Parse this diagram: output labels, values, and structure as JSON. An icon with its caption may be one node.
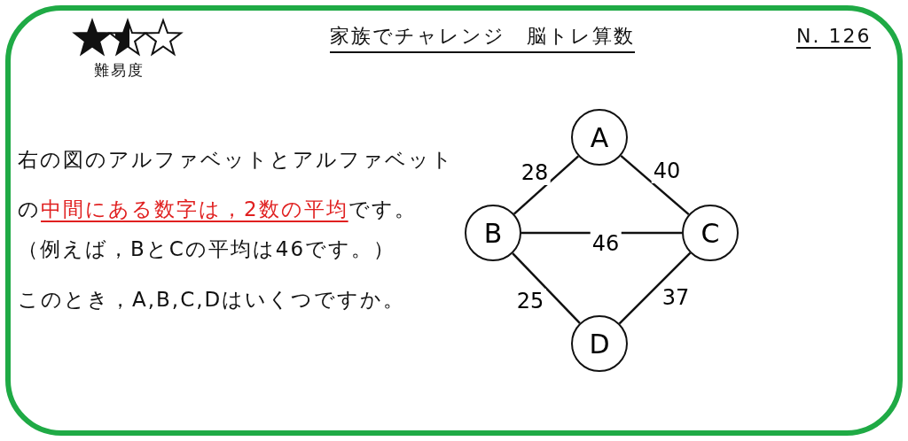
{
  "diagram": {
    "title": "家族でチャレンジ　脳トレ算数",
    "nodes": [
      {
        "text": [
          "A"
        ]
      },
      {
        "text": [
          "B"
        ]
      },
      {
        "text": [
          "C"
        ]
      },
      {
        "text": [
          "D"
        ]
      }
    ],
    "edges": [
      {
        "from": 0,
        "to": 1,
        "arrow": "none",
        "label": "28"
      },
      {
        "from": 0,
        "to": 2,
        "arrow": "none",
        "label": "40"
      },
      {
        "from": 1,
        "to": 2,
        "arrow": "none",
        "label": "46"
      },
      {
        "from": 1,
        "to": 3,
        "arrow": "none",
        "label": "25"
      },
      {
        "from": 2,
        "to": 3,
        "arrow": "none",
        "label": "37"
      }
    ],
    "labels": [
      "難易度",
      "N. 126",
      "右の図のアルファベットとアルファベットの**中間にある数字は，2数の平均**です。",
      "（例えば，BとCの平均は46です。）",
      "このとき，A,B,C,Dはいくつですか。"
    ]
  }
}
